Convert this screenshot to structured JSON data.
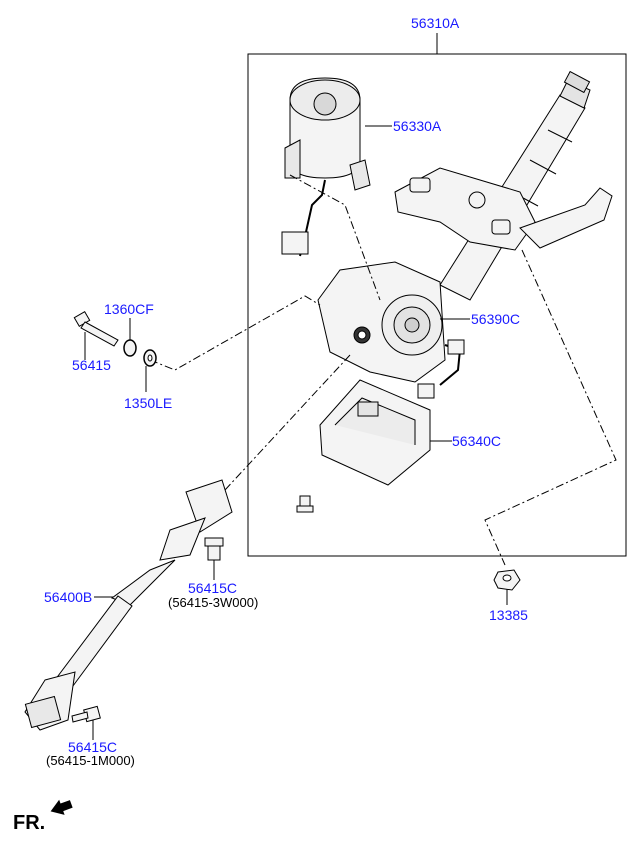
{
  "colors": {
    "label": "#1a1aff",
    "line": "#000000",
    "part_fill": "#f4f4f4",
    "part_shade": "#cfcfcf"
  },
  "labels": {
    "assembly": "56310A",
    "motor": "56330A",
    "housing": "56390C",
    "cover": "56340C",
    "column_bolt": "56415",
    "washer_cf": "1360CF",
    "washer_le": "1350LE",
    "joint": "56400B",
    "bolt_upper": "56415C",
    "bolt_upper_sub": "(56415-3W000)",
    "bolt_lower": "56415C",
    "bolt_lower_sub": "(56415-1M000)",
    "nut": "13385"
  },
  "direction": {
    "text": "FR.",
    "arrow_icon": "front-direction-arrow-icon"
  }
}
